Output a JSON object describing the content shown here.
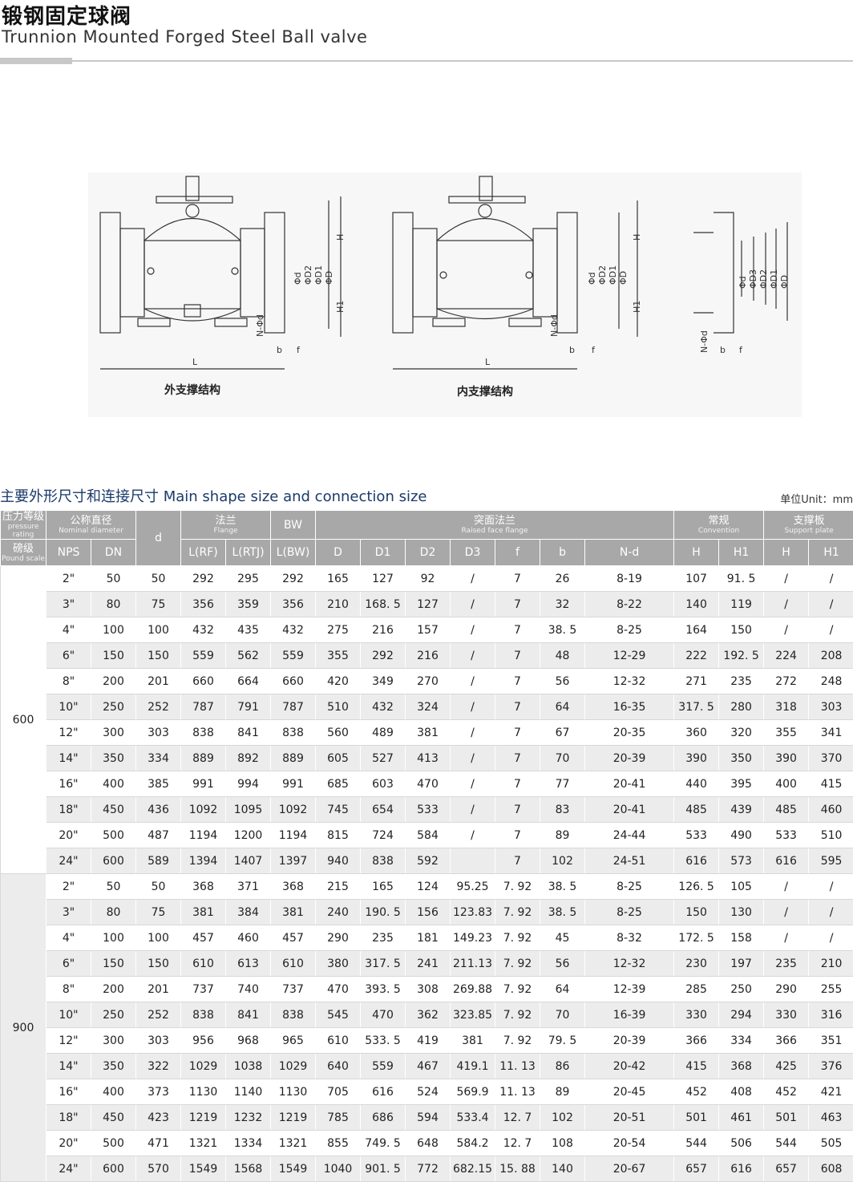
{
  "header": {
    "title_cn": "锻钢固定球阀",
    "title_en": "Trunnion Mounted Forged Steel Ball valve"
  },
  "drawing": {
    "caption_external": "外支撑结构",
    "caption_internal": "内支撑结构",
    "labels": {
      "L": "L",
      "b": "b",
      "f": "f",
      "H": "H",
      "H1": "H1",
      "Nd": "N-Φd",
      "phi_d": "Φd",
      "phi_D2": "ΦD2",
      "phi_D1": "ΦD1",
      "phi_D": "ΦD",
      "phi_D3": "ΦD3"
    }
  },
  "section": {
    "title_cn": "主要外形尺寸和连接尺寸",
    "title_en": "Main shape size and connection size",
    "unit": "单位Unit：mm"
  },
  "table": {
    "headers": {
      "pressure_cn": "压力等级",
      "pressure_en": "pressure rating",
      "nominal_cn": "公称直径",
      "nominal_en": "Nominal diameter",
      "d": "d",
      "flange_cn": "法兰",
      "flange_en": "Flange",
      "bw": "BW",
      "raised_cn": "突面法兰",
      "raised_en": "Raised face flange",
      "conv_cn": "常规",
      "conv_en": "Convention",
      "support_cn": "支撑板",
      "support_en": "Support plate",
      "pound_cn": "磅级",
      "pound_en": "Pound scale",
      "cols": [
        "NPS",
        "DN",
        "L(RF)",
        "L(RTJ)",
        "L(BW)",
        "D",
        "D1",
        "D2",
        "D3",
        "f",
        "b",
        "N-d",
        "H",
        "H1",
        "H",
        "H1"
      ]
    },
    "groups": [
      {
        "class": "600",
        "rows": [
          [
            "2\"",
            "50",
            "50",
            "292",
            "295",
            "292",
            "165",
            "127",
            "92",
            "/",
            "7",
            "26",
            "8-19",
            "107",
            "91. 5",
            "/",
            "/"
          ],
          [
            "3\"",
            "80",
            "75",
            "356",
            "359",
            "356",
            "210",
            "168. 5",
            "127",
            "/",
            "7",
            "32",
            "8-22",
            "140",
            "119",
            "/",
            "/"
          ],
          [
            "4\"",
            "100",
            "100",
            "432",
            "435",
            "432",
            "275",
            "216",
            "157",
            "/",
            "7",
            "38. 5",
            "8-25",
            "164",
            "150",
            "/",
            "/"
          ],
          [
            "6\"",
            "150",
            "150",
            "559",
            "562",
            "559",
            "355",
            "292",
            "216",
            "/",
            "7",
            "48",
            "12-29",
            "222",
            "192. 5",
            "224",
            "208"
          ],
          [
            "8\"",
            "200",
            "201",
            "660",
            "664",
            "660",
            "420",
            "349",
            "270",
            "/",
            "7",
            "56",
            "12-32",
            "271",
            "235",
            "272",
            "248"
          ],
          [
            "10\"",
            "250",
            "252",
            "787",
            "791",
            "787",
            "510",
            "432",
            "324",
            "/",
            "7",
            "64",
            "16-35",
            "317. 5",
            "280",
            "318",
            "303"
          ],
          [
            "12\"",
            "300",
            "303",
            "838",
            "841",
            "838",
            "560",
            "489",
            "381",
            "/",
            "7",
            "67",
            "20-35",
            "360",
            "320",
            "355",
            "341"
          ],
          [
            "14\"",
            "350",
            "334",
            "889",
            "892",
            "889",
            "605",
            "527",
            "413",
            "/",
            "7",
            "70",
            "20-39",
            "390",
            "350",
            "390",
            "370"
          ],
          [
            "16\"",
            "400",
            "385",
            "991",
            "994",
            "991",
            "685",
            "603",
            "470",
            "/",
            "7",
            "77",
            "20-41",
            "440",
            "395",
            "400",
            "415"
          ],
          [
            "18\"",
            "450",
            "436",
            "1092",
            "1095",
            "1092",
            "745",
            "654",
            "533",
            "/",
            "7",
            "83",
            "20-41",
            "485",
            "439",
            "485",
            "460"
          ],
          [
            "20\"",
            "500",
            "487",
            "1194",
            "1200",
            "1194",
            "815",
            "724",
            "584",
            "/",
            "7",
            "89",
            "24-44",
            "533",
            "490",
            "533",
            "510"
          ],
          [
            "24\"",
            "600",
            "589",
            "1394",
            "1407",
            "1397",
            "940",
            "838",
            "592",
            "",
            "7",
            "102",
            "24-51",
            "616",
            "573",
            "616",
            "595"
          ]
        ]
      },
      {
        "class": "900",
        "rows": [
          [
            "2\"",
            "50",
            "50",
            "368",
            "371",
            "368",
            "215",
            "165",
            "124",
            "95.25",
            "7. 92",
            "38. 5",
            "8-25",
            "126. 5",
            "105",
            "/",
            "/"
          ],
          [
            "3\"",
            "80",
            "75",
            "381",
            "384",
            "381",
            "240",
            "190. 5",
            "156",
            "123.83",
            "7. 92",
            "38. 5",
            "8-25",
            "150",
            "130",
            "/",
            "/"
          ],
          [
            "4\"",
            "100",
            "100",
            "457",
            "460",
            "457",
            "290",
            "235",
            "181",
            "149.23",
            "7. 92",
            "45",
            "8-32",
            "172. 5",
            "158",
            "/",
            "/"
          ],
          [
            "6\"",
            "150",
            "150",
            "610",
            "613",
            "610",
            "380",
            "317. 5",
            "241",
            "211.13",
            "7. 92",
            "56",
            "12-32",
            "230",
            "197",
            "235",
            "210"
          ],
          [
            "8\"",
            "200",
            "201",
            "737",
            "740",
            "737",
            "470",
            "393. 5",
            "308",
            "269.88",
            "7. 92",
            "64",
            "12-39",
            "285",
            "250",
            "290",
            "255"
          ],
          [
            "10\"",
            "250",
            "252",
            "838",
            "841",
            "838",
            "545",
            "470",
            "362",
            "323.85",
            "7. 92",
            "70",
            "16-39",
            "330",
            "294",
            "330",
            "316"
          ],
          [
            "12\"",
            "300",
            "303",
            "956",
            "968",
            "965",
            "610",
            "533. 5",
            "419",
            "381",
            "7. 92",
            "79. 5",
            "20-39",
            "366",
            "334",
            "366",
            "351"
          ],
          [
            "14\"",
            "350",
            "322",
            "1029",
            "1038",
            "1029",
            "640",
            "559",
            "467",
            "419.1",
            "11. 13",
            "86",
            "20-42",
            "415",
            "368",
            "425",
            "376"
          ],
          [
            "16\"",
            "400",
            "373",
            "1130",
            "1140",
            "1130",
            "705",
            "616",
            "524",
            "569.9",
            "11. 13",
            "89",
            "20-45",
            "452",
            "408",
            "452",
            "421"
          ],
          [
            "18\"",
            "450",
            "423",
            "1219",
            "1232",
            "1219",
            "785",
            "686",
            "594",
            "533.4",
            "12. 7",
            "102",
            "20-51",
            "501",
            "461",
            "501",
            "463"
          ],
          [
            "20\"",
            "500",
            "471",
            "1321",
            "1334",
            "1321",
            "855",
            "749. 5",
            "648",
            "584.2",
            "12. 7",
            "108",
            "20-54",
            "544",
            "506",
            "544",
            "505"
          ],
          [
            "24\"",
            "600",
            "570",
            "1549",
            "1568",
            "1549",
            "1040",
            "901. 5",
            "772",
            "682.15",
            "15. 88",
            "140",
            "20-67",
            "657",
            "616",
            "657",
            "608"
          ]
        ]
      }
    ]
  }
}
